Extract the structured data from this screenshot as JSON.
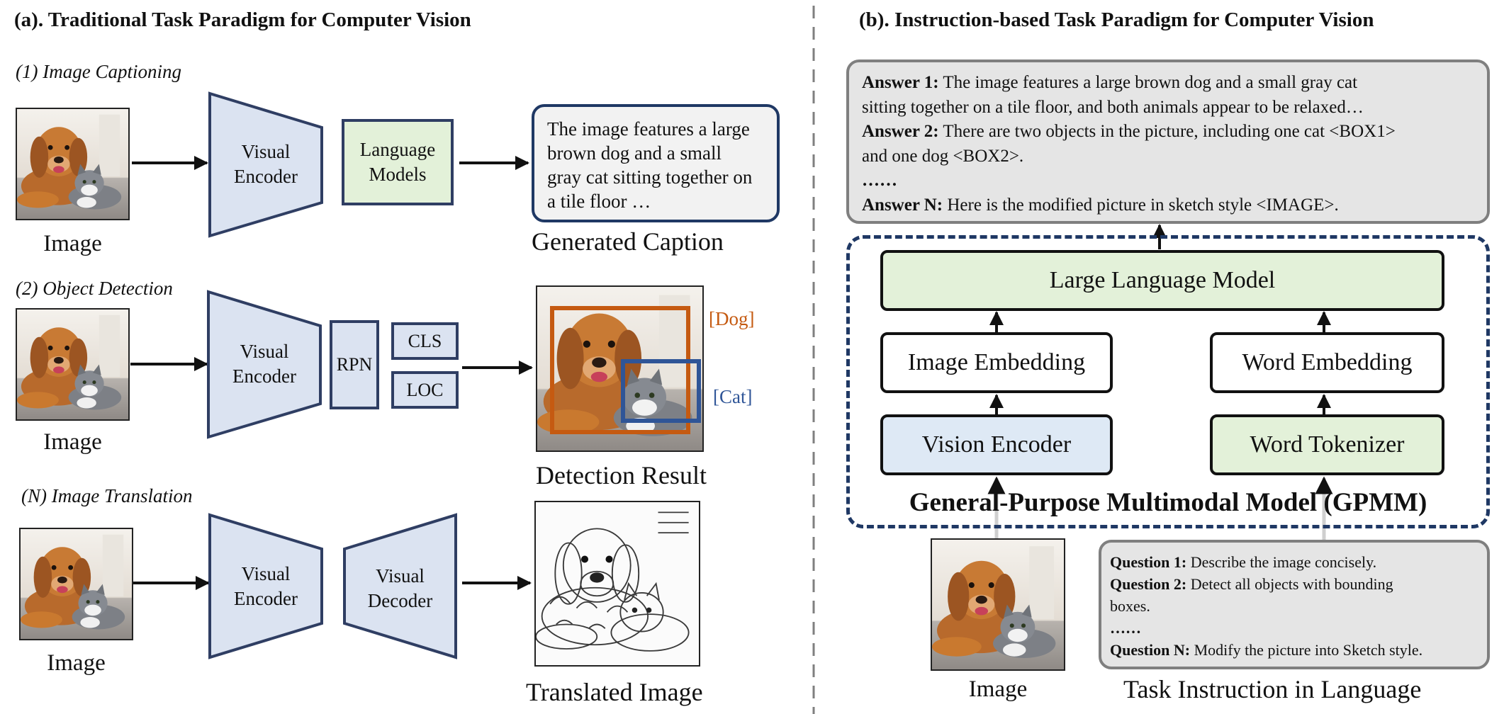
{
  "left": {
    "title": "(a). Traditional Task Paradigm for Computer Vision",
    "captioning": {
      "subtitle": "(1) Image Captioning",
      "image_label": "Image",
      "encoder": [
        "Visual",
        "Encoder"
      ],
      "lm": [
        "Language",
        "Models"
      ],
      "caption_lines": [
        "The image features a large",
        "brown dog and a small",
        "gray cat sitting together on",
        "a tile floor …"
      ],
      "output_label": "Generated Caption"
    },
    "detection": {
      "subtitle": "(2) Object Detection",
      "image_label": "Image",
      "encoder": [
        "Visual",
        "Encoder"
      ],
      "rpn": "RPN",
      "cls": "CLS",
      "loc": "LOC",
      "dog_tag": "[Dog]",
      "cat_tag": "[Cat]",
      "output_label": "Detection Result"
    },
    "translation": {
      "subtitle": "(N) Image Translation",
      "image_label": "Image",
      "encoder": [
        "Visual",
        "Encoder"
      ],
      "decoder": [
        "Visual",
        "Decoder"
      ],
      "output_label": "Translated Image"
    }
  },
  "right": {
    "title": "(b). Instruction-based Task Paradigm for Computer Vision",
    "answers": [
      {
        "key": "Answer 1:",
        "text": "The image features a large brown dog and a small gray cat"
      },
      {
        "key": "",
        "text": "sitting together on a tile floor, and both animals appear to be relaxed…"
      },
      {
        "key": "Answer 2:",
        "text": "There are two objects in the picture, including one cat <BOX1>"
      },
      {
        "key": "",
        "text": "and one dog <BOX2>."
      },
      {
        "key": "……",
        "text": ""
      },
      {
        "key": "Answer N:",
        "text": "Here is the modified picture in sketch style <IMAGE>."
      }
    ],
    "llm": "Large Language Model",
    "image_embedding": "Image Embedding",
    "word_embedding": "Word Embedding",
    "vision_encoder": "Vision Encoder",
    "word_tokenizer": "Word Tokenizer",
    "gpmm_label": "General-Purpose Multimodal Model (GPMM)",
    "questions": [
      {
        "key": "Question 1:",
        "text": "Describe the image concisely."
      },
      {
        "key": "Question 2:",
        "text": "Detect all objects with bounding"
      },
      {
        "key": "",
        "text": "boxes."
      },
      {
        "key": "……",
        "text": ""
      },
      {
        "key": "Question N:",
        "text": "Modify the picture into Sketch style."
      }
    ],
    "image_label": "Image",
    "instruction_label": "Task Instruction in Language"
  },
  "colors": {
    "encoder_fill": "#dbe3f1",
    "encoder_stroke": "#2f3e63",
    "lm_fill": "#e3f1d9",
    "caption_fill": "#f2f2f2",
    "caption_stroke": "#1f3864",
    "dog_box": "#c55a11",
    "cat_box": "#2f5597",
    "answer_fill": "#e5e5e5",
    "dashed_divider": "#7f7f7f",
    "gpmm_border": "#1f3864"
  }
}
